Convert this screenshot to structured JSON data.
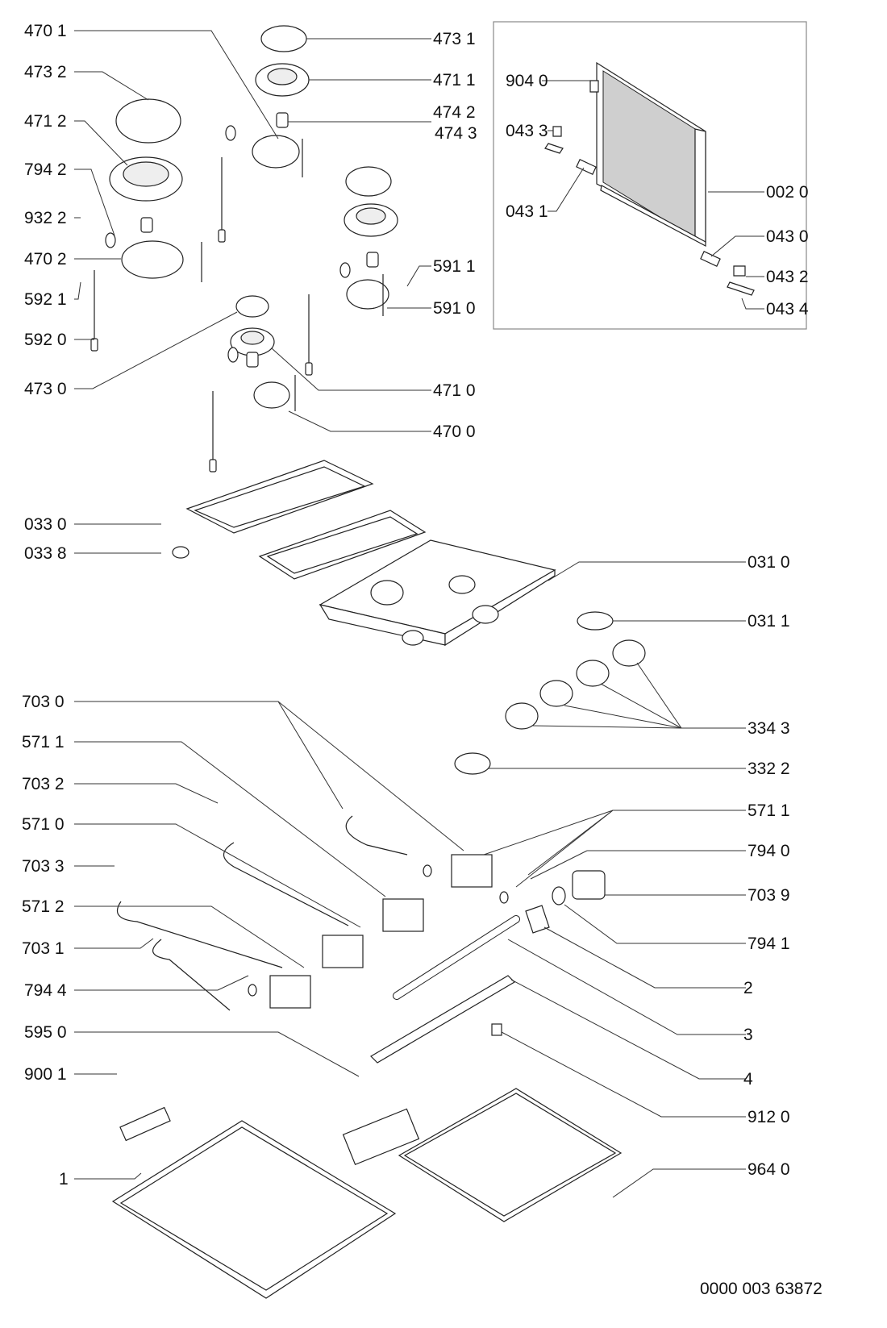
{
  "diagram": {
    "type": "exploded-parts-diagram",
    "subject": "gas hob (4-burner) spare parts",
    "document_number": "0000 003 63872",
    "callouts_left": [
      {
        "id": "c-4701",
        "label": "470 1"
      },
      {
        "id": "c-4732",
        "label": "473 2"
      },
      {
        "id": "c-4712",
        "label": "471 2"
      },
      {
        "id": "c-7942",
        "label": "794 2"
      },
      {
        "id": "c-9322",
        "label": "932 2"
      },
      {
        "id": "c-4702",
        "label": "470 2"
      },
      {
        "id": "c-5921",
        "label": "592 1"
      },
      {
        "id": "c-5920",
        "label": "592 0"
      },
      {
        "id": "c-4730",
        "label": "473 0"
      },
      {
        "id": "c-0330",
        "label": "033 0"
      },
      {
        "id": "c-0338",
        "label": "033 8"
      },
      {
        "id": "c-7030",
        "label": "703 0"
      },
      {
        "id": "c-5711a",
        "label": "571 1"
      },
      {
        "id": "c-7032",
        "label": "703 2"
      },
      {
        "id": "c-5710",
        "label": "571 0"
      },
      {
        "id": "c-7033",
        "label": "703 3"
      },
      {
        "id": "c-5712",
        "label": "571 2"
      },
      {
        "id": "c-7031",
        "label": "703 1"
      },
      {
        "id": "c-7944",
        "label": "794 4"
      },
      {
        "id": "c-5950",
        "label": "595 0"
      },
      {
        "id": "c-9001",
        "label": "900 1"
      },
      {
        "id": "c-1",
        "label": "1"
      }
    ],
    "callouts_right": [
      {
        "id": "c-4731",
        "label": "473 1"
      },
      {
        "id": "c-4711",
        "label": "471 1"
      },
      {
        "id": "c-4742",
        "label": "474 2"
      },
      {
        "id": "c-4743",
        "label": "474 3"
      },
      {
        "id": "c-5911",
        "label": "591 1"
      },
      {
        "id": "c-5910",
        "label": "591 0"
      },
      {
        "id": "c-4710",
        "label": "471 0"
      },
      {
        "id": "c-4700",
        "label": "470 0"
      },
      {
        "id": "c-0310",
        "label": "031 0"
      },
      {
        "id": "c-0311",
        "label": "031 1"
      },
      {
        "id": "c-3343",
        "label": "334 3"
      },
      {
        "id": "c-3322",
        "label": "332 2"
      },
      {
        "id": "c-5711b",
        "label": "571 1"
      },
      {
        "id": "c-7940",
        "label": "794 0"
      },
      {
        "id": "c-7039",
        "label": "703 9"
      },
      {
        "id": "c-7941",
        "label": "794 1"
      },
      {
        "id": "c-2",
        "label": "2"
      },
      {
        "id": "c-3",
        "label": "3"
      },
      {
        "id": "c-4",
        "label": "4"
      },
      {
        "id": "c-9120",
        "label": "912 0"
      },
      {
        "id": "c-9640",
        "label": "964 0"
      }
    ],
    "inset_callouts": [
      {
        "id": "c-9040",
        "label": "904 0"
      },
      {
        "id": "c-0433",
        "label": "043 3"
      },
      {
        "id": "c-0431",
        "label": "043 1"
      },
      {
        "id": "c-0020",
        "label": "002 0"
      },
      {
        "id": "c-0430",
        "label": "043 0"
      },
      {
        "id": "c-0432",
        "label": "043 2"
      },
      {
        "id": "c-0434",
        "label": "043 4"
      }
    ]
  }
}
